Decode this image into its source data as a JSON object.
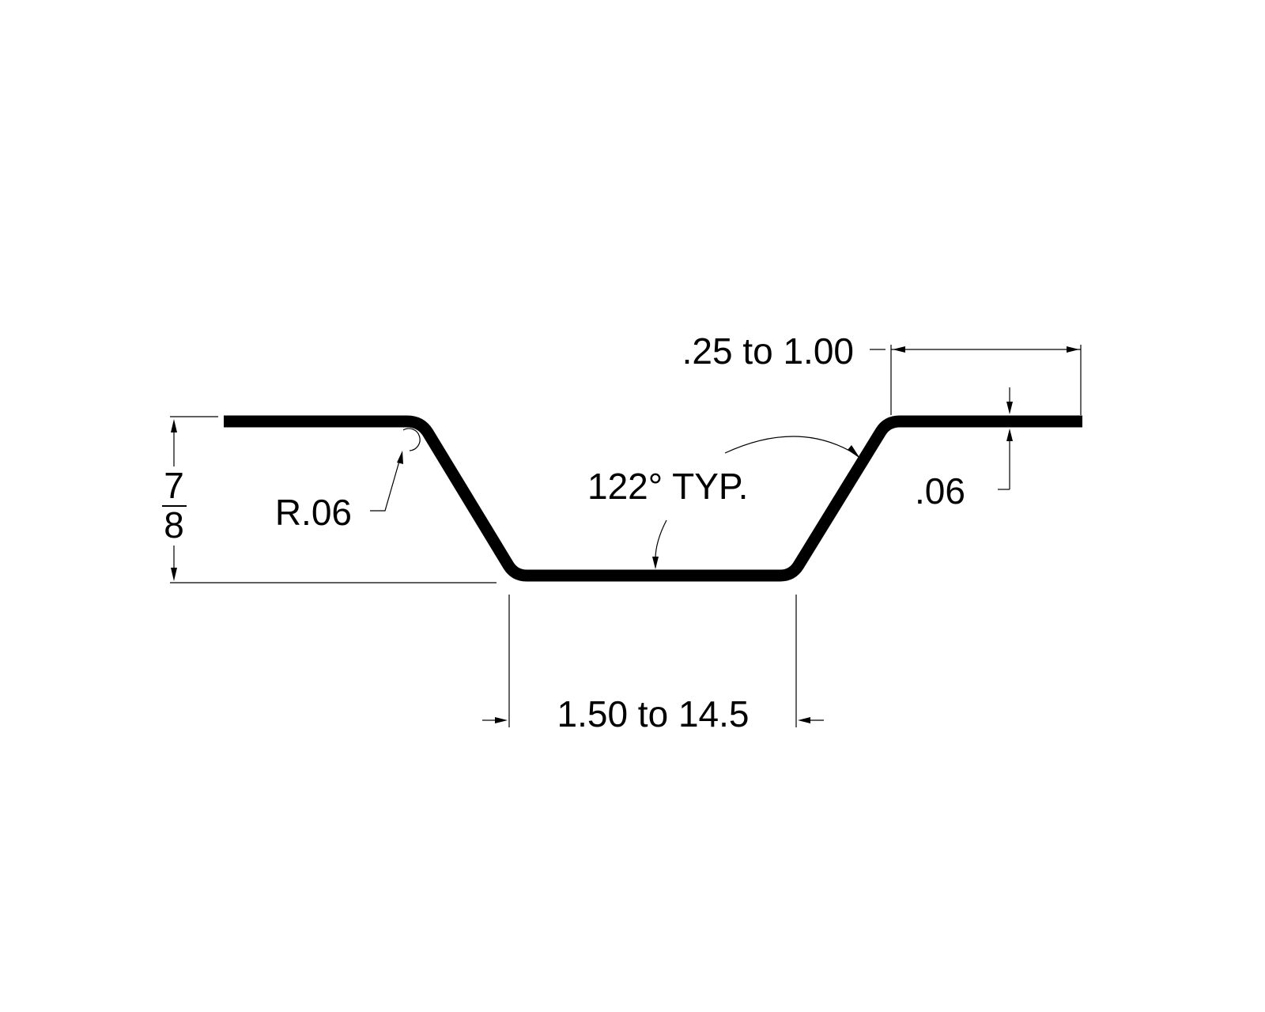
{
  "drawing": {
    "labels": {
      "flange_width": ".25 to 1.00",
      "thickness": ".06",
      "angle": "122° TYP.",
      "radius": "R.06",
      "height_numerator": "7",
      "height_denominator": "8",
      "bottom_width": "1.50 to 14.5"
    },
    "colors": {
      "line": "#000000",
      "background": "#ffffff"
    }
  }
}
